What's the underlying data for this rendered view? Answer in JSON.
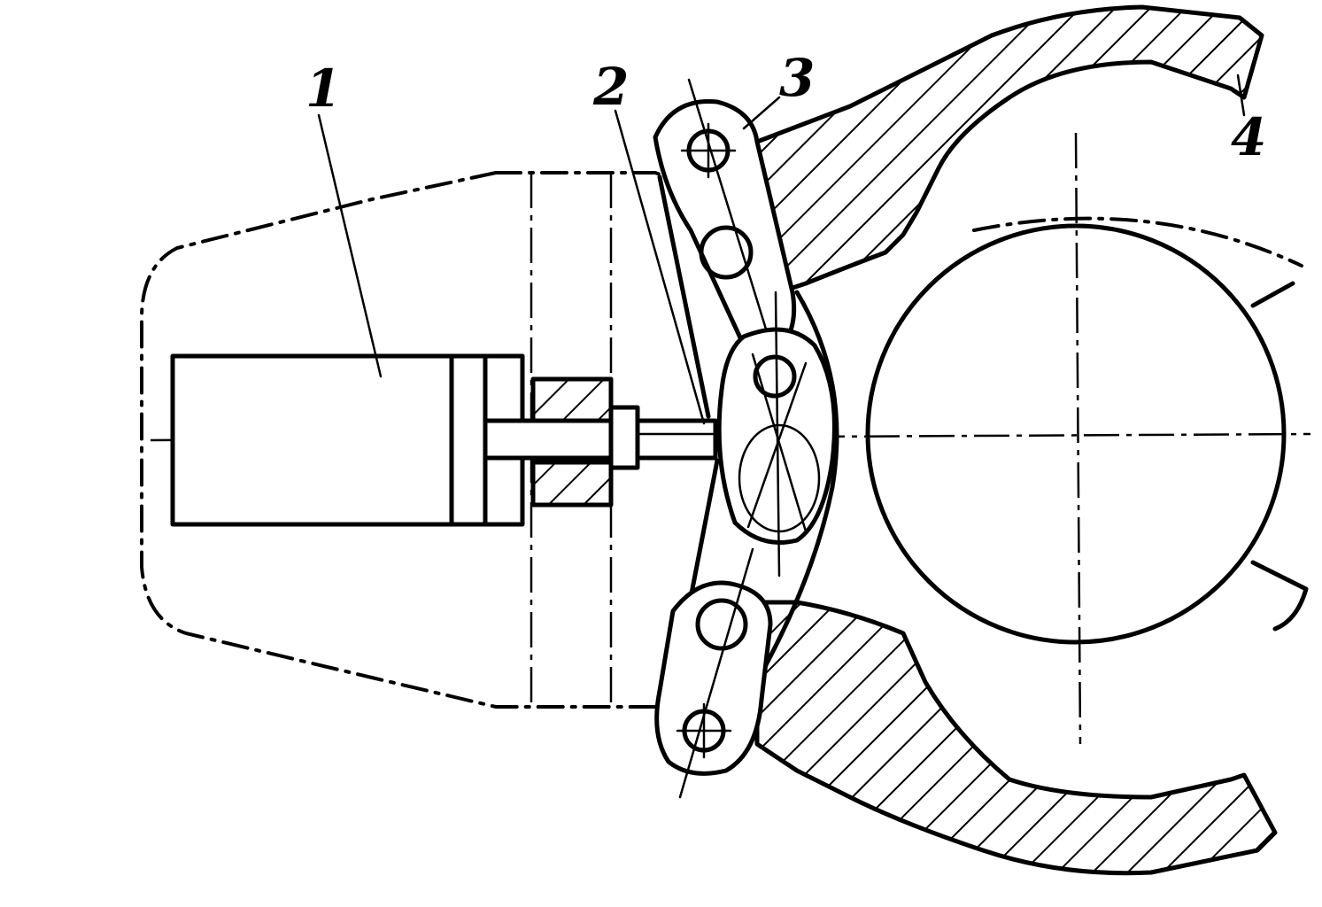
{
  "labels": {
    "cylinder": "1",
    "rod": "2",
    "link": "3",
    "jaw": "4"
  },
  "colors": {
    "ink": "#000000",
    "paper": "#ffffff"
  }
}
